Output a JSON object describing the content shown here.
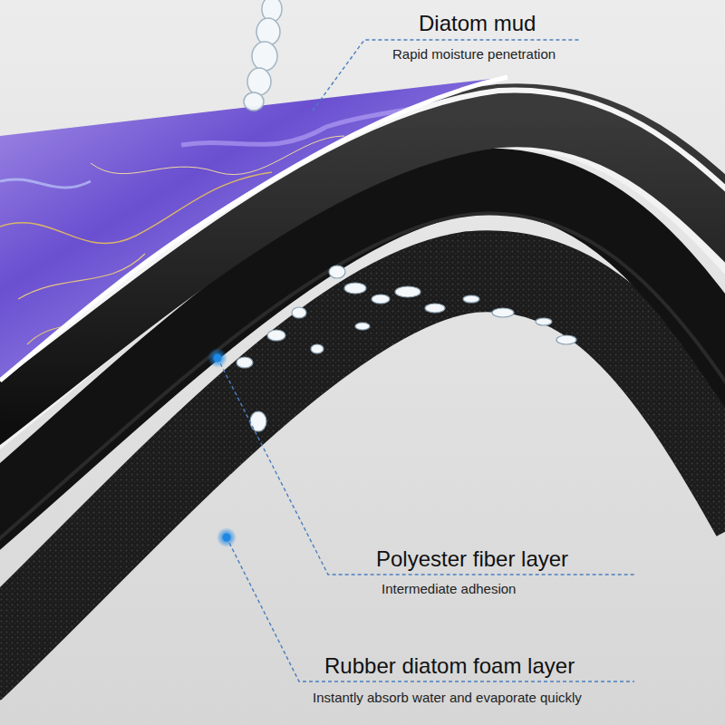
{
  "diagram": {
    "labels": [
      "Diatom mud",
      "Rapid moisture penetration",
      "Polyester fiber layer",
      "Intermediate adhesion",
      "Rubber diatom foam layer",
      "Instantly absorb water and evaporate quickly"
    ]
  }
}
